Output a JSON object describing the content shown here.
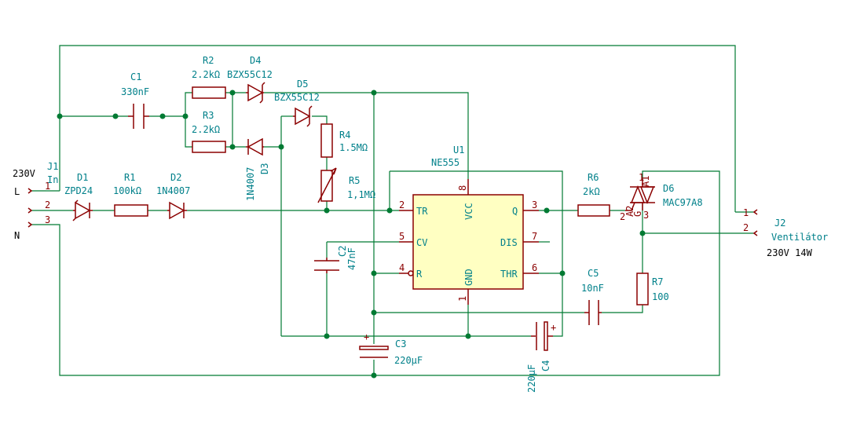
{
  "components": {
    "J1": {
      "ref": "J1",
      "value": "In",
      "pins": [
        "1",
        "2",
        "3"
      ],
      "net_labels": [
        "230V",
        "L",
        "N"
      ]
    },
    "C1": {
      "ref": "C1",
      "value": "330nF"
    },
    "R2": {
      "ref": "R2",
      "value": "2.2kΩ"
    },
    "R3": {
      "ref": "R3",
      "value": "2.2kΩ"
    },
    "D4": {
      "ref": "D4",
      "value": "BZX55C12"
    },
    "D5": {
      "ref": "D5",
      "value": "BZX55C12"
    },
    "D3": {
      "ref": "D3",
      "value": "1N4007"
    },
    "R4": {
      "ref": "R4",
      "value": "1.5MΩ"
    },
    "R5": {
      "ref": "R5",
      "value": "1,1MΩ"
    },
    "D1": {
      "ref": "D1",
      "value": "ZPD24"
    },
    "R1": {
      "ref": "R1",
      "value": "100kΩ"
    },
    "D2": {
      "ref": "D2",
      "value": "1N4007"
    },
    "U1": {
      "ref": "U1",
      "value": "NE555",
      "pins": {
        "tr": "TR",
        "cv": "CV",
        "r": "R",
        "vcc": "VCC",
        "gnd": "GND",
        "q": "Q",
        "dis": "DIS",
        "thr": "THR"
      },
      "pin_numbers": {
        "tr": "2",
        "cv": "5",
        "r": "4",
        "vcc": "8",
        "gnd": "1",
        "q": "3",
        "dis": "7",
        "thr": "6"
      }
    },
    "C2": {
      "ref": "C2",
      "value": "47nF"
    },
    "C3": {
      "ref": "C3",
      "value": "220µF",
      "polarity": "+"
    },
    "C4": {
      "ref": "C4",
      "value": "220µF",
      "polarity": "+"
    },
    "C5": {
      "ref": "C5",
      "value": "10nF"
    },
    "R6": {
      "ref": "R6",
      "value": "2kΩ"
    },
    "R7": {
      "ref": "R7",
      "value": "100"
    },
    "D6": {
      "ref": "D6",
      "value": "MAC97A8",
      "pins": [
        "1",
        "2",
        "3"
      ],
      "pin_marks": [
        "A1",
        "A2",
        "G"
      ]
    },
    "J2": {
      "ref": "J2",
      "value": "Ventilátor",
      "note": "230V 14W",
      "pins": [
        "1",
        "2"
      ]
    }
  },
  "colors": {
    "wire": "#007a33",
    "component": "#8b0000",
    "ic_fill": "#ffffc2",
    "label": "#00808a"
  }
}
